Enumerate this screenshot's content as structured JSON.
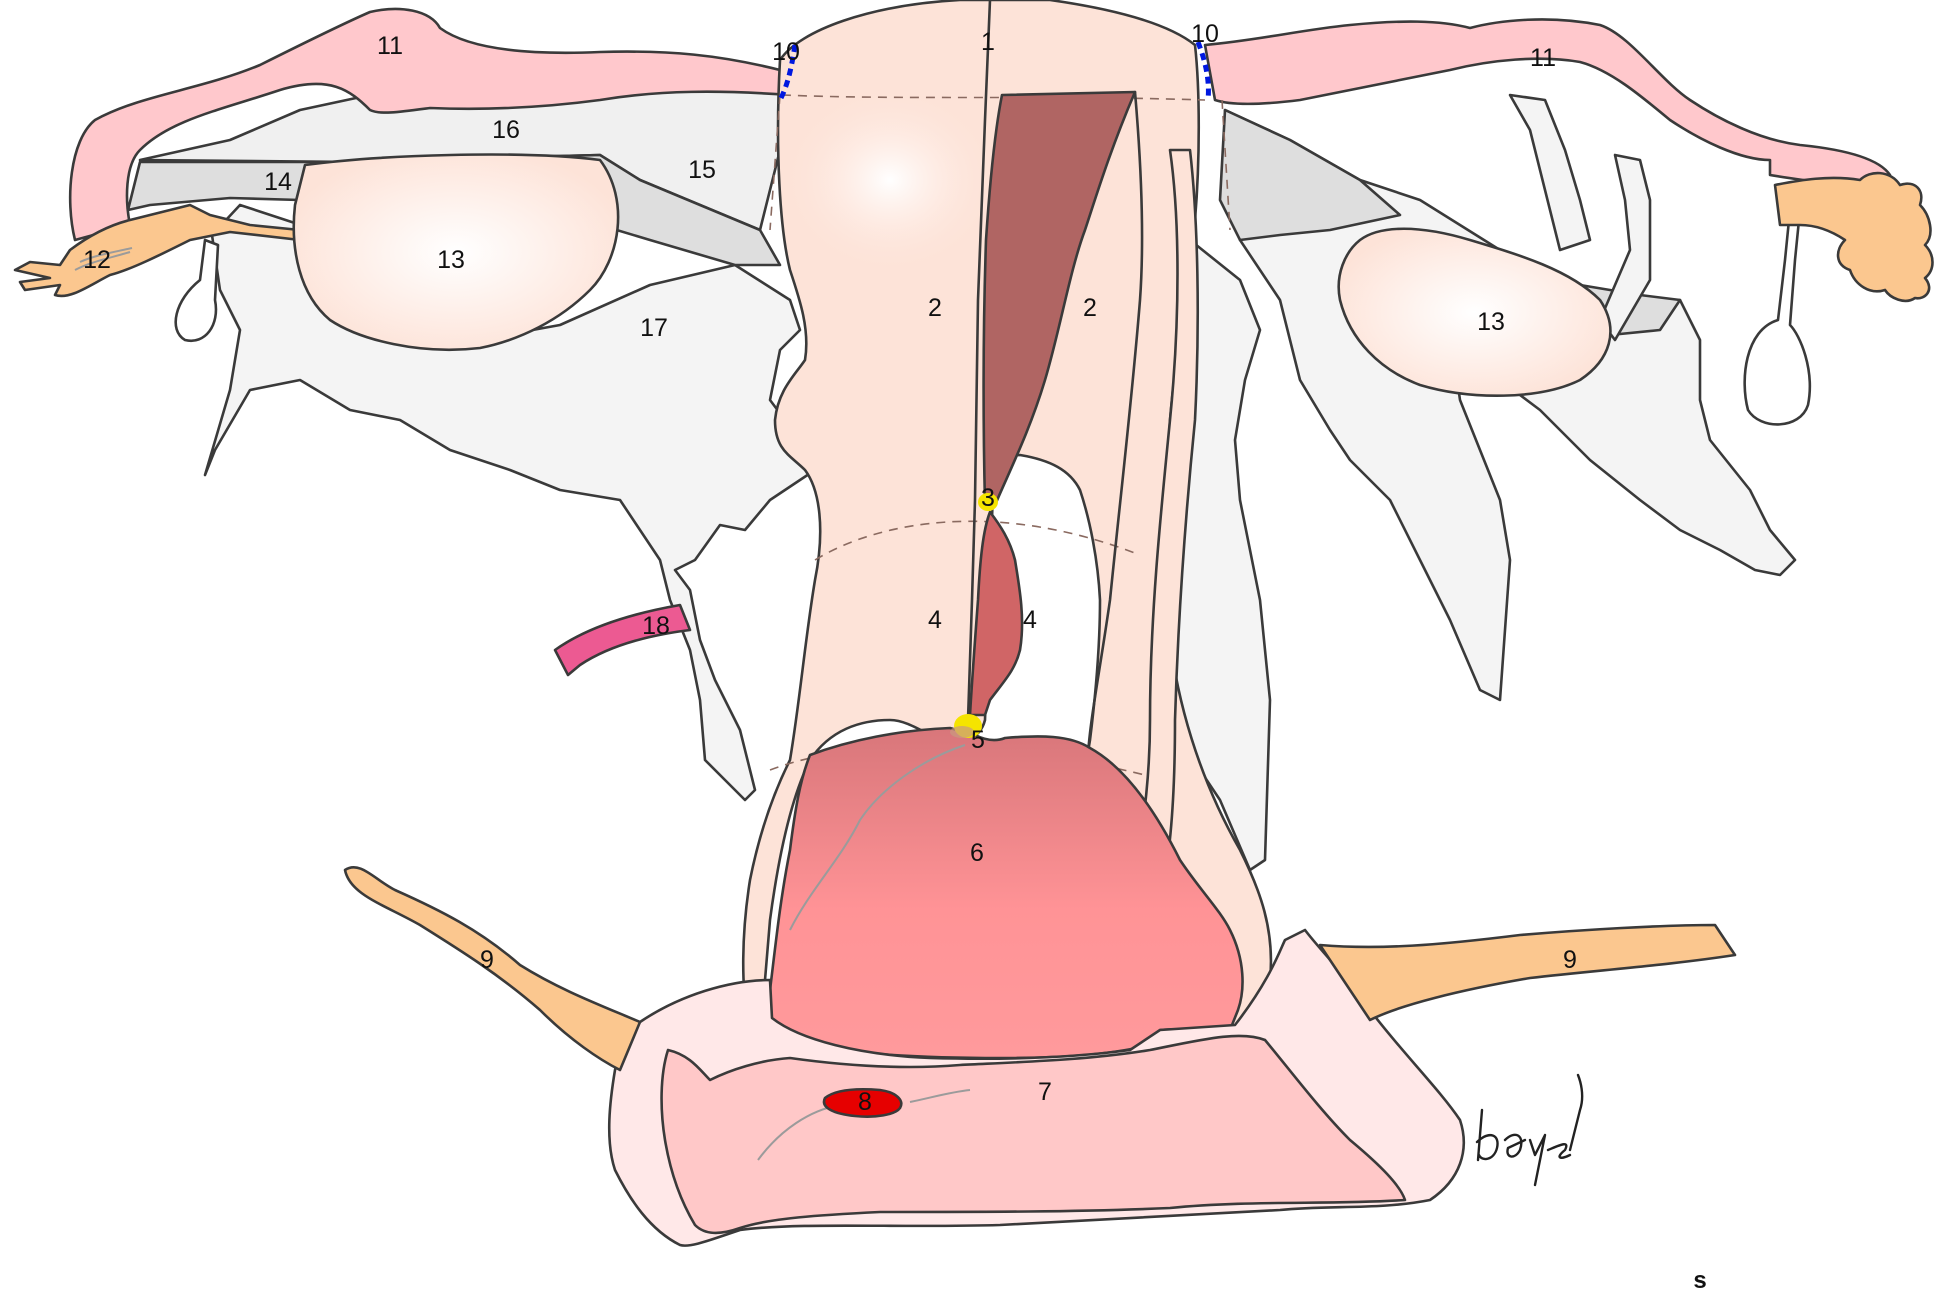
{
  "labels": {
    "fundus": "1",
    "body_left": "2",
    "body_right": "2",
    "anatomical_os": "3",
    "isthmus_left": "4",
    "isthmus_right": "4",
    "external_os": "5",
    "cervix": "6",
    "vagina": "7",
    "hymen_orifice": "8",
    "round_ligament_left": "9",
    "round_ligament_right": "9",
    "tube_junction_left": "10",
    "tube_junction_right": "10",
    "tube_left": "11",
    "tube_right": "11",
    "fimbriae_left": "12",
    "ovary_left": "13",
    "ovary_right": "13",
    "ovarian_ligament": "14",
    "suspensory_ligament": "15",
    "mesosalpinx": "16",
    "broad_ligament": "17",
    "ureter": "18"
  },
  "corner_mark": "s",
  "colors": {
    "uterus": "#fde3d8",
    "cavity": "#b06563",
    "cervical_canal": "#d06566",
    "cervix": "#f49a9a",
    "vagina": "#ffc8c8",
    "vagina_outer": "#ffe8e8",
    "tube": "#ffc8cc",
    "round_ligament": "#fbc78f",
    "ligament_grey": "#f3f3f3",
    "ligament_dark": "#dedede",
    "ureter": "#ec5a92",
    "hymen": "#e60000",
    "os_yellow": "#f5e400",
    "tube_junction": "#0018e0"
  }
}
